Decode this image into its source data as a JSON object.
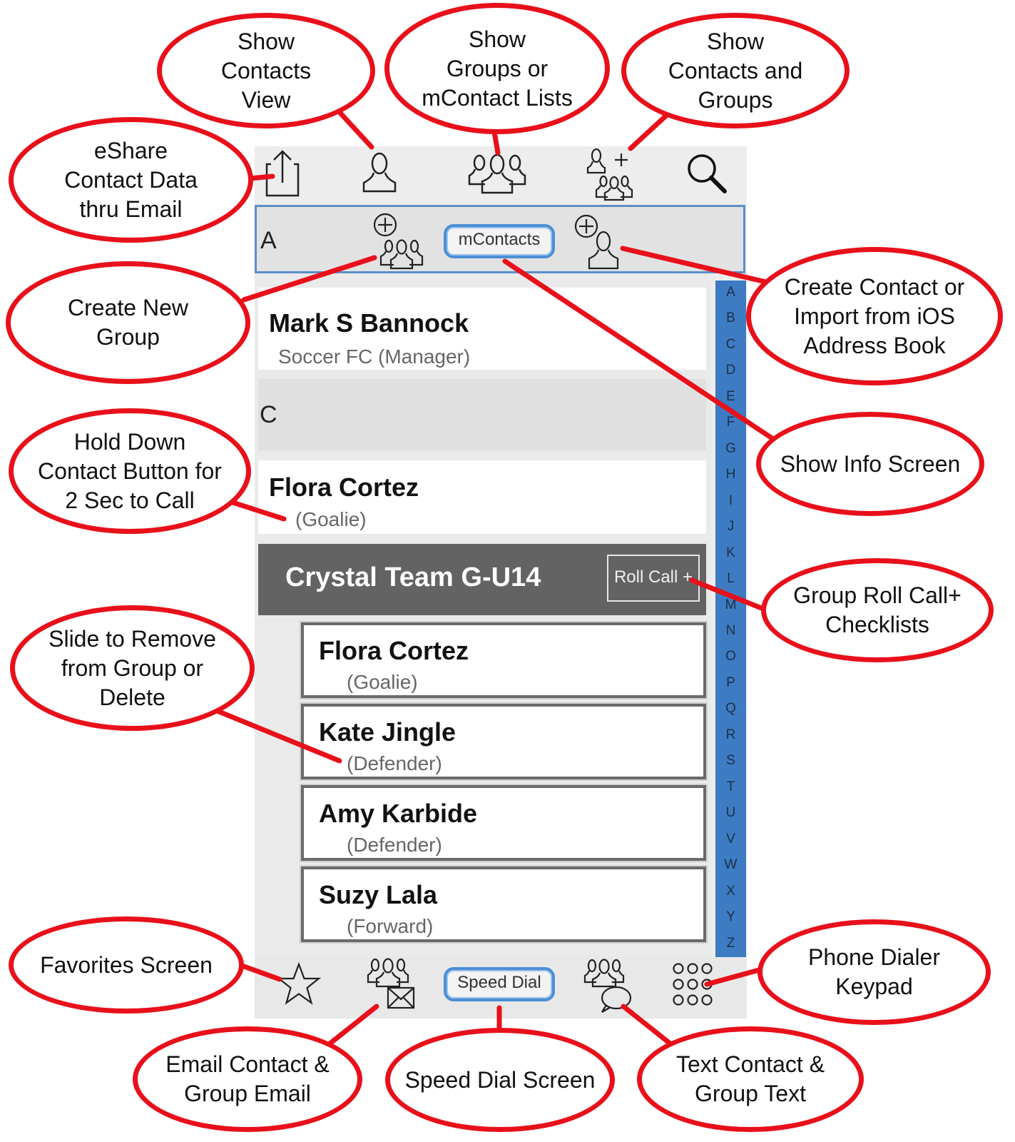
{
  "toolbar": {
    "icons": [
      "share-icon",
      "person-icon",
      "group-icon",
      "person-plus-group-icon",
      "search-icon"
    ]
  },
  "subbar": {
    "letter": "A",
    "mcontacts_label": "mContacts"
  },
  "contacts": [
    {
      "name": "Mark S Bannock",
      "detail": "Soccer FC   (Manager)"
    }
  ],
  "section_c": {
    "letter": "C"
  },
  "contacts_c": [
    {
      "name": "Flora  Cortez",
      "detail": "(Goalie)"
    }
  ],
  "group": {
    "title": "Crystal Team G-U14",
    "rollcall_label": "Roll Call +",
    "members": [
      {
        "name": "Flora  Cortez",
        "detail": "(Goalie)"
      },
      {
        "name": "Kate  Jingle",
        "detail": "(Defender)"
      },
      {
        "name": "Amy  Karbide",
        "detail": "(Defender)"
      },
      {
        "name": "Suzy  Lala",
        "detail": "(Forward)"
      }
    ]
  },
  "alphabet": [
    "A",
    "B",
    "C",
    "D",
    "E",
    "F",
    "G",
    "H",
    "I",
    "J",
    "K",
    "L",
    "M",
    "N",
    "O",
    "P",
    "Q",
    "R",
    "S",
    "T",
    "U",
    "V",
    "W",
    "X",
    "Y",
    "Z"
  ],
  "bottombar": {
    "speed_dial_label": "Speed Dial",
    "icons": [
      "star-icon",
      "group-email-icon",
      "group-text-icon",
      "keypad-icon"
    ]
  },
  "callouts": {
    "show_contacts_view": "Show\nContacts\nView",
    "show_groups": "Show\nGroups or\nmContact Lists",
    "show_contacts_groups": "Show\nContacts and\nGroups",
    "eshare": "eShare\nContact Data\nthru Email",
    "create_group": "Create New\nGroup",
    "create_contact": "Create Contact or\nImport from iOS\nAddress Book",
    "show_info": "Show Info Screen",
    "hold_down": "Hold Down\nContact Button for\n2 Sec to Call",
    "group_rollcall": "Group Roll Call+\nChecklists",
    "slide_remove": "Slide  to Remove\nfrom Group or\nDelete",
    "favorites": "Favorites Screen",
    "phone_dialer": "Phone Dialer\nKeypad",
    "email_contact": "Email Contact &\nGroup Email",
    "speed_dial_screen": "Speed Dial Screen",
    "text_contact": "Text Contact &\nGroup Text"
  },
  "colors": {
    "callout_red": "#e8101a",
    "accent_blue": "#3d7cc2",
    "group_header": "#636363"
  }
}
